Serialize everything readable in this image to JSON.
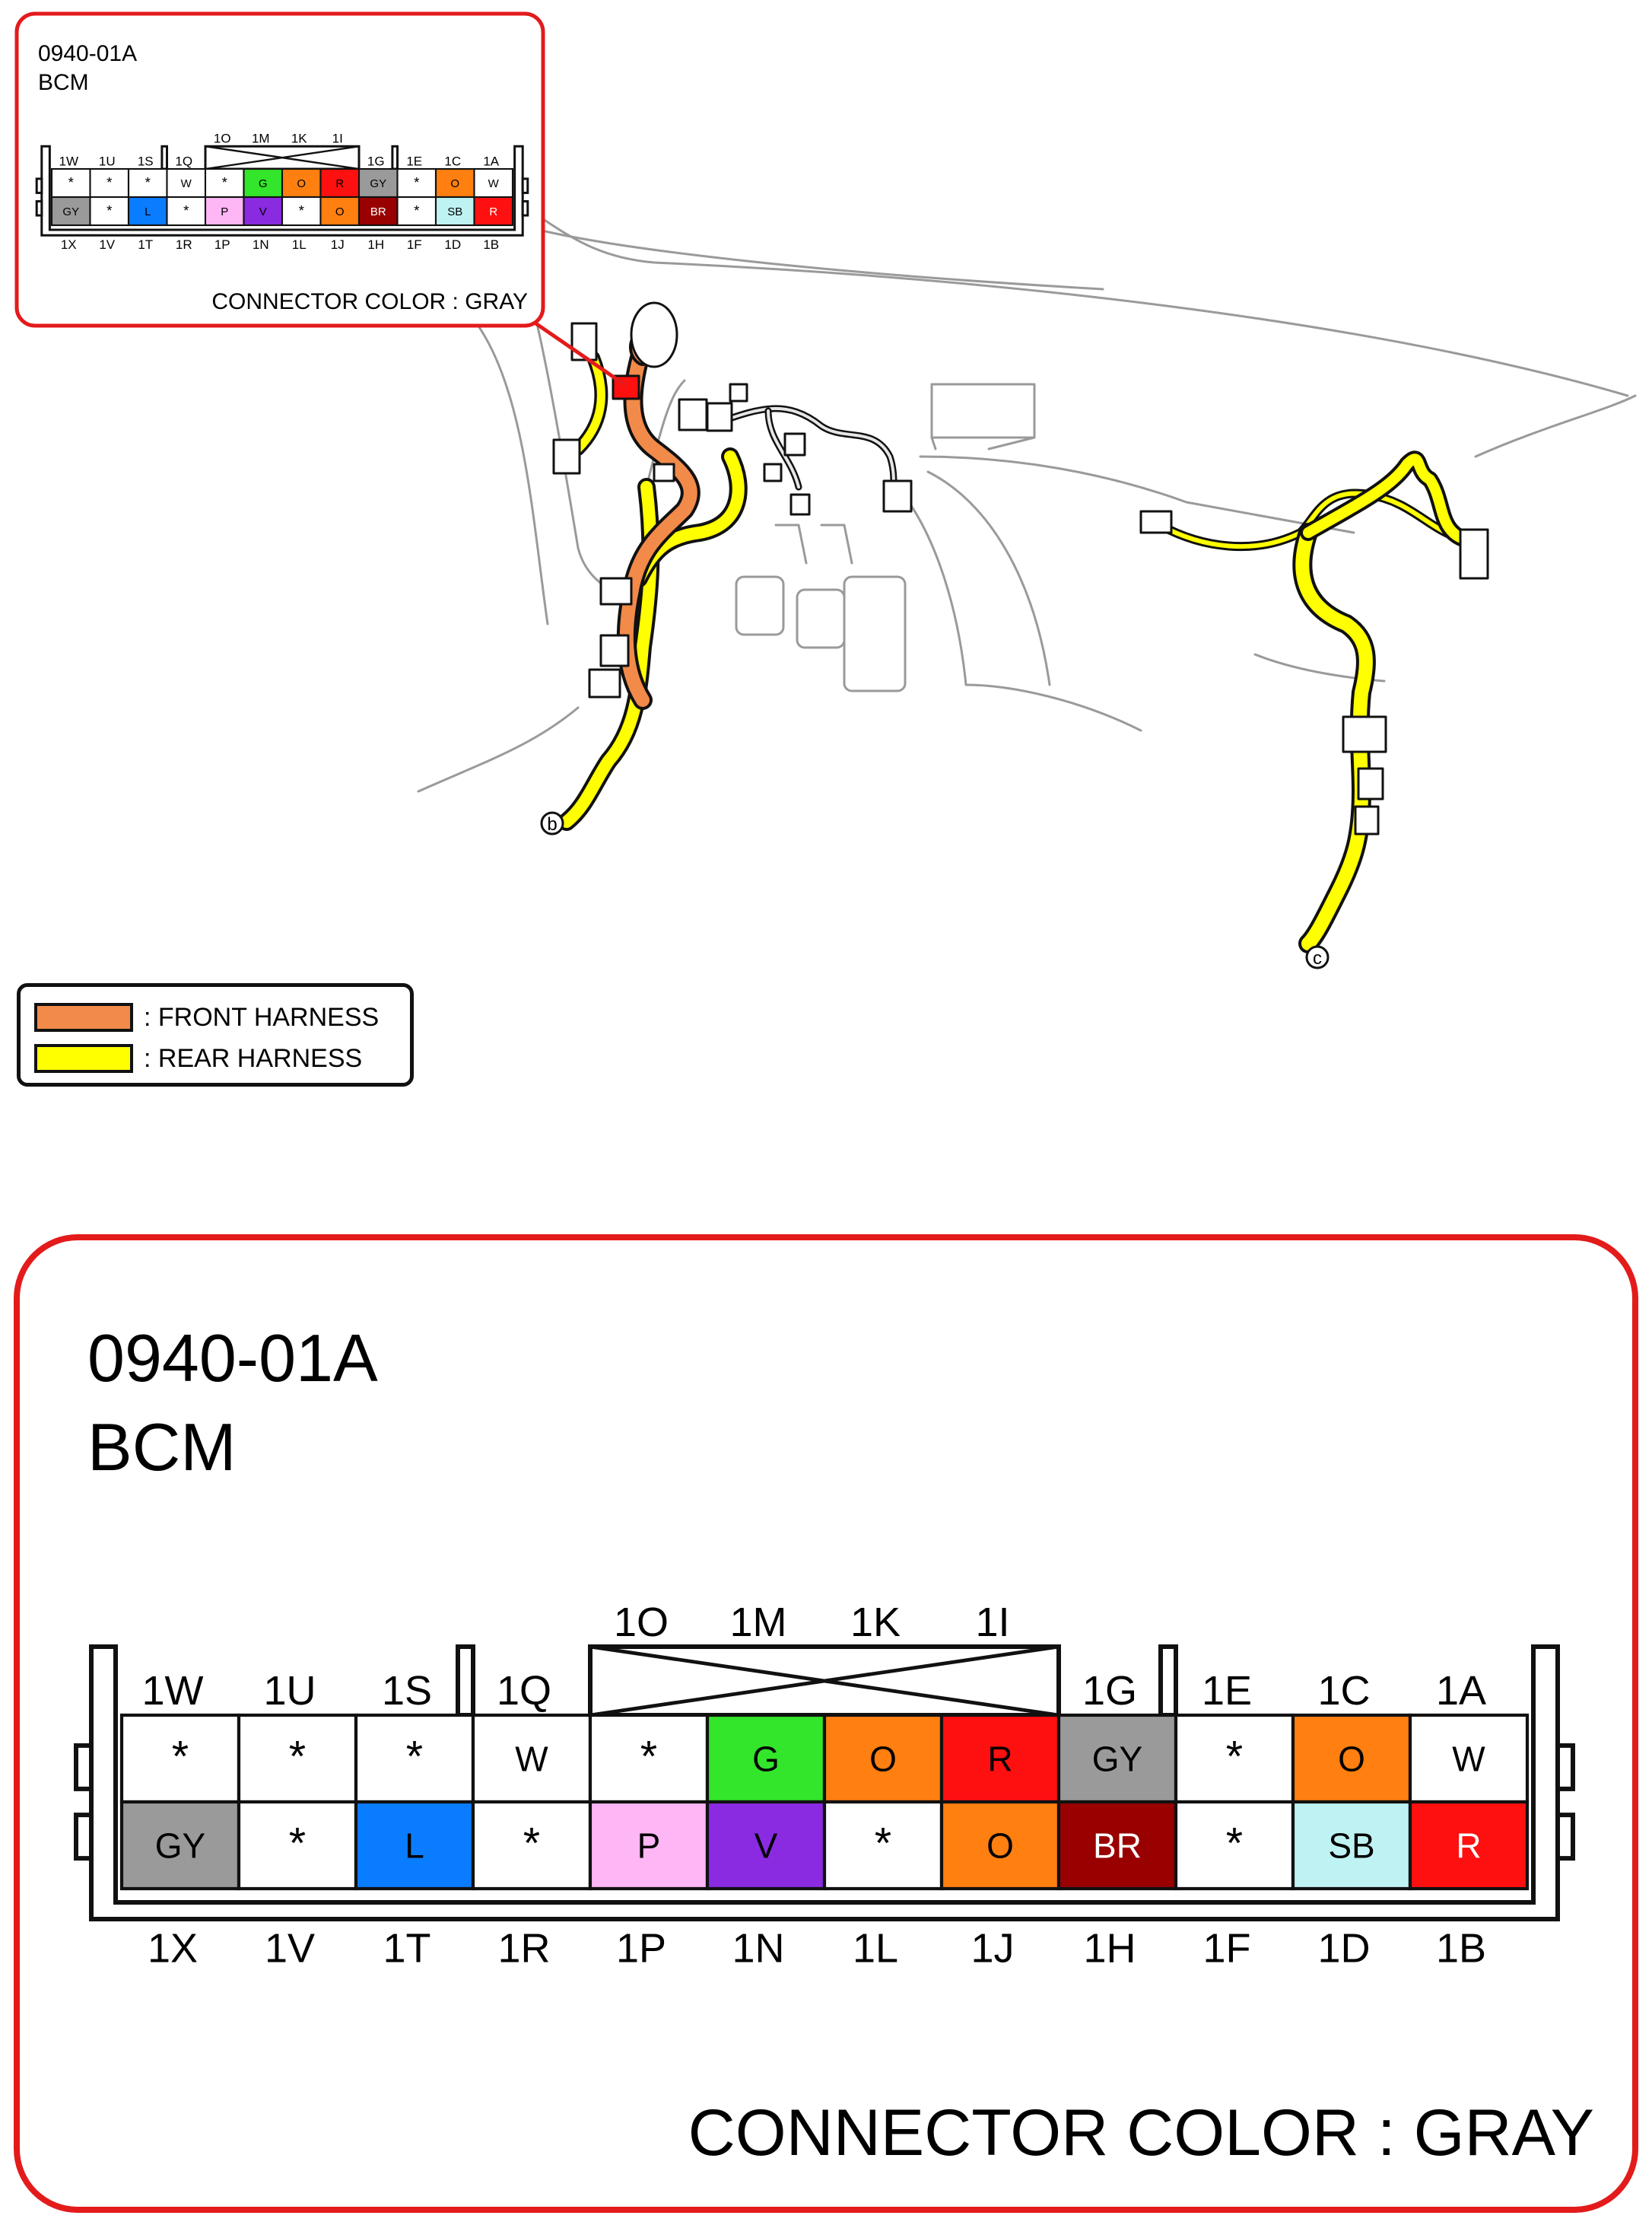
{
  "connector": {
    "code": "0940-01A",
    "name": "BCM",
    "color_note": "CONNECTOR COLOR : GRAY",
    "top_row_labels": [
      "1W",
      "1U",
      "1S",
      "1Q",
      "1O",
      "1M",
      "1K",
      "1I",
      "1G",
      "1E",
      "1C",
      "1A"
    ],
    "bottom_row_labels": [
      "1X",
      "1V",
      "1T",
      "1R",
      "1P",
      "1N",
      "1L",
      "1J",
      "1H",
      "1F",
      "1D",
      "1B"
    ],
    "row1": [
      {
        "t": "*",
        "fill": "#ffffff",
        "ink": "#000000"
      },
      {
        "t": "*",
        "fill": "#ffffff",
        "ink": "#000000"
      },
      {
        "t": "*",
        "fill": "#ffffff",
        "ink": "#000000"
      },
      {
        "t": "W",
        "fill": "#ffffff",
        "ink": "#000000"
      },
      {
        "t": "*",
        "fill": "#ffffff",
        "ink": "#000000"
      },
      {
        "t": "G",
        "fill": "#33e52b",
        "ink": "#000000"
      },
      {
        "t": "O",
        "fill": "#ff7f10",
        "ink": "#000000"
      },
      {
        "t": "R",
        "fill": "#ff1010",
        "ink": "#000000"
      },
      {
        "t": "GY",
        "fill": "#9a9a9a",
        "ink": "#000000"
      },
      {
        "t": "*",
        "fill": "#ffffff",
        "ink": "#000000"
      },
      {
        "t": "O",
        "fill": "#ff7f10",
        "ink": "#000000"
      },
      {
        "t": "W",
        "fill": "#ffffff",
        "ink": "#000000"
      }
    ],
    "row2": [
      {
        "t": "GY",
        "fill": "#9a9a9a",
        "ink": "#000000"
      },
      {
        "t": "*",
        "fill": "#ffffff",
        "ink": "#000000"
      },
      {
        "t": "L",
        "fill": "#0a7cff",
        "ink": "#000000"
      },
      {
        "t": "*",
        "fill": "#ffffff",
        "ink": "#000000"
      },
      {
        "t": "P",
        "fill": "#ffb6f5",
        "ink": "#000000"
      },
      {
        "t": "V",
        "fill": "#8a2be2",
        "ink": "#000000"
      },
      {
        "t": "*",
        "fill": "#ffffff",
        "ink": "#000000"
      },
      {
        "t": "O",
        "fill": "#ff7f10",
        "ink": "#000000"
      },
      {
        "t": "BR",
        "fill": "#990000",
        "ink": "#ffffff"
      },
      {
        "t": "*",
        "fill": "#ffffff",
        "ink": "#000000"
      },
      {
        "t": "SB",
        "fill": "#bff2f2",
        "ink": "#000000"
      },
      {
        "t": "R",
        "fill": "#ff1010",
        "ink": "#ffffff"
      }
    ]
  },
  "legend": {
    "items": [
      {
        "label": ": FRONT HARNESS",
        "color": "#f28a4a"
      },
      {
        "label": ": REAR HARNESS",
        "color": "#ffff00"
      }
    ]
  },
  "callouts": {
    "left": "b",
    "right": "c"
  },
  "colors": {
    "callout_border": "#e31b1b",
    "front_harness": "#f28a4a",
    "rear_harness": "#ffff00",
    "outline": "#111111"
  }
}
